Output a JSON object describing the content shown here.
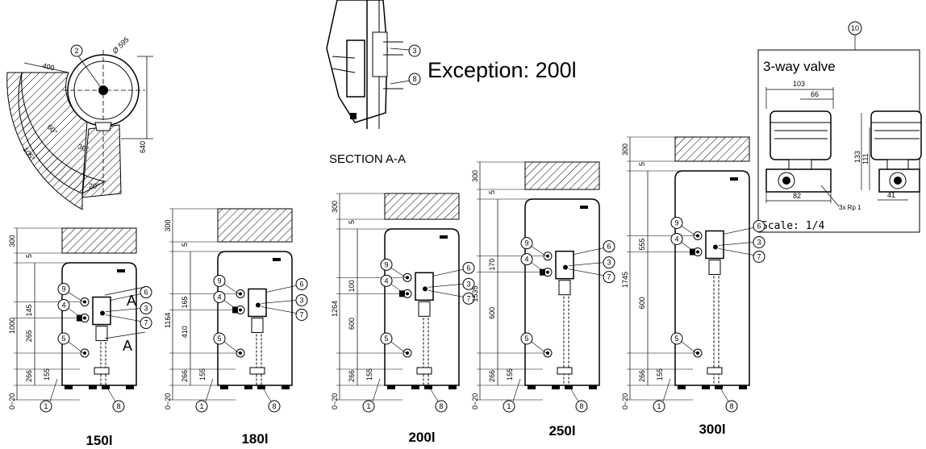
{
  "top_view": {
    "dims": [
      "400",
      "Ø 595",
      "105°",
      "60°",
      "30°",
      "20°",
      "640"
    ],
    "balloon": "2"
  },
  "section": {
    "title": "SECTION A-A",
    "balloons": [
      "3",
      "8"
    ]
  },
  "exception_label": "Exception: 200l",
  "valve": {
    "balloon": "10",
    "title": "3-way valve",
    "dims": [
      "103",
      "66",
      "133",
      "111",
      "82",
      "41"
    ],
    "thread": "3x Rp 1",
    "scale": "Scale: 1/4"
  },
  "section_marker": "A",
  "tanks": [
    {
      "label": "150l",
      "dims": [
        "300",
        "5",
        "145",
        "1000",
        "265",
        "266",
        "155",
        "0~20"
      ]
    },
    {
      "label": "180l",
      "dims": [
        "300",
        "5",
        "165",
        "1164",
        "410",
        "266",
        "155",
        "0~20"
      ]
    },
    {
      "label": "200l",
      "dims": [
        "300",
        "5",
        "100",
        "1264",
        "600",
        "266",
        "155",
        "0~20"
      ]
    },
    {
      "label": "250l",
      "dims": [
        "300",
        "5",
        "170",
        "1535",
        "600",
        "266",
        "155",
        "0~20"
      ]
    },
    {
      "label": "300l",
      "dims": [
        "300",
        "5",
        "555",
        "1745",
        "600",
        "266",
        "155",
        "0~20"
      ]
    }
  ],
  "tank_balloons": [
    "1",
    "3",
    "4",
    "5",
    "6",
    "7",
    "8",
    "9"
  ]
}
